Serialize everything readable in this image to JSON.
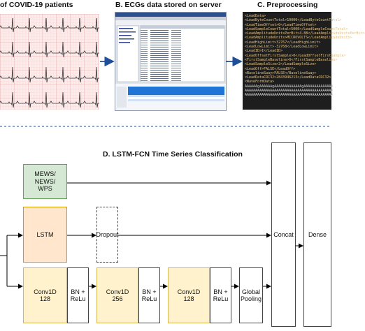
{
  "titles": {
    "a": "of COVID-19 patients",
    "b": "B. ECGs data stored on server",
    "c": "C. Preprocessing",
    "d": "D. LSTM-FCN Time Series Classification"
  },
  "ecg_grid_color": "#e8a9a9",
  "xml_lines": [
    "<LeadData>",
    "  <LeadByteCountTotal>10000</LeadByteCountTotal>",
    "  <LeadTimeOffset>0</LeadTimeOffset>",
    "  <LeadSampleCountTotal>5000</LeadSampleCountTotal>",
    "  <LeadAmplitudeUnitsPerBit>4.88</LeadAmplitudeUnitsPerBit>",
    "  <LeadAmplitudeUnits>MICROVOLTS</LeadAmplitudeUnits>",
    "  <LeadHighLimit>32767</LeadHighLimit>",
    "  <LeadLowLimit>-32768</LeadLowLimit>",
    "  <LeadID>I</LeadID>",
    "  <LeadOffsetFirstSample>0</LeadOffsetFirstSample>",
    "  <FirstSampleBaseline>0</FirstSampleBaseline>",
    "  <LeadSampleSize>2</LeadSampleSize>",
    "  <LeadOff>FALSE</LeadOff>",
    "  <BaselineSway>FALSE</BaselineSway>",
    "  <LeadDataCRC32>2843946213</LeadDataCRC32>",
    "  <WaveFormData>",
    "AAAAAAgAAAAAAgAAAAAAAAAAAAAgAAAAAAAAAAAAAA",
    "AAAAAAAAAAAAAAAAAAAAAAAAAAAAAAAAAAAAAAAAAA",
    "AAAAAAAAAAAAAAAAAAAAAAAAAAAAAAAAAAAAAAAAAA"
  ],
  "blocks": {
    "mews": "MEWS/\nNEWS/\nWPS",
    "lstm": "LSTM",
    "dropout": "Dropout",
    "conv1": "Conv1D\n128",
    "bn1": "BN +\nReLu",
    "conv2": "Conv1D\n256",
    "bn2": "BN +\nReLu",
    "conv3": "Conv1D\n128",
    "bn3": "BN +\nReLu",
    "pool": "Global\nPooling",
    "concat": "Concat",
    "dense": "Dense"
  }
}
